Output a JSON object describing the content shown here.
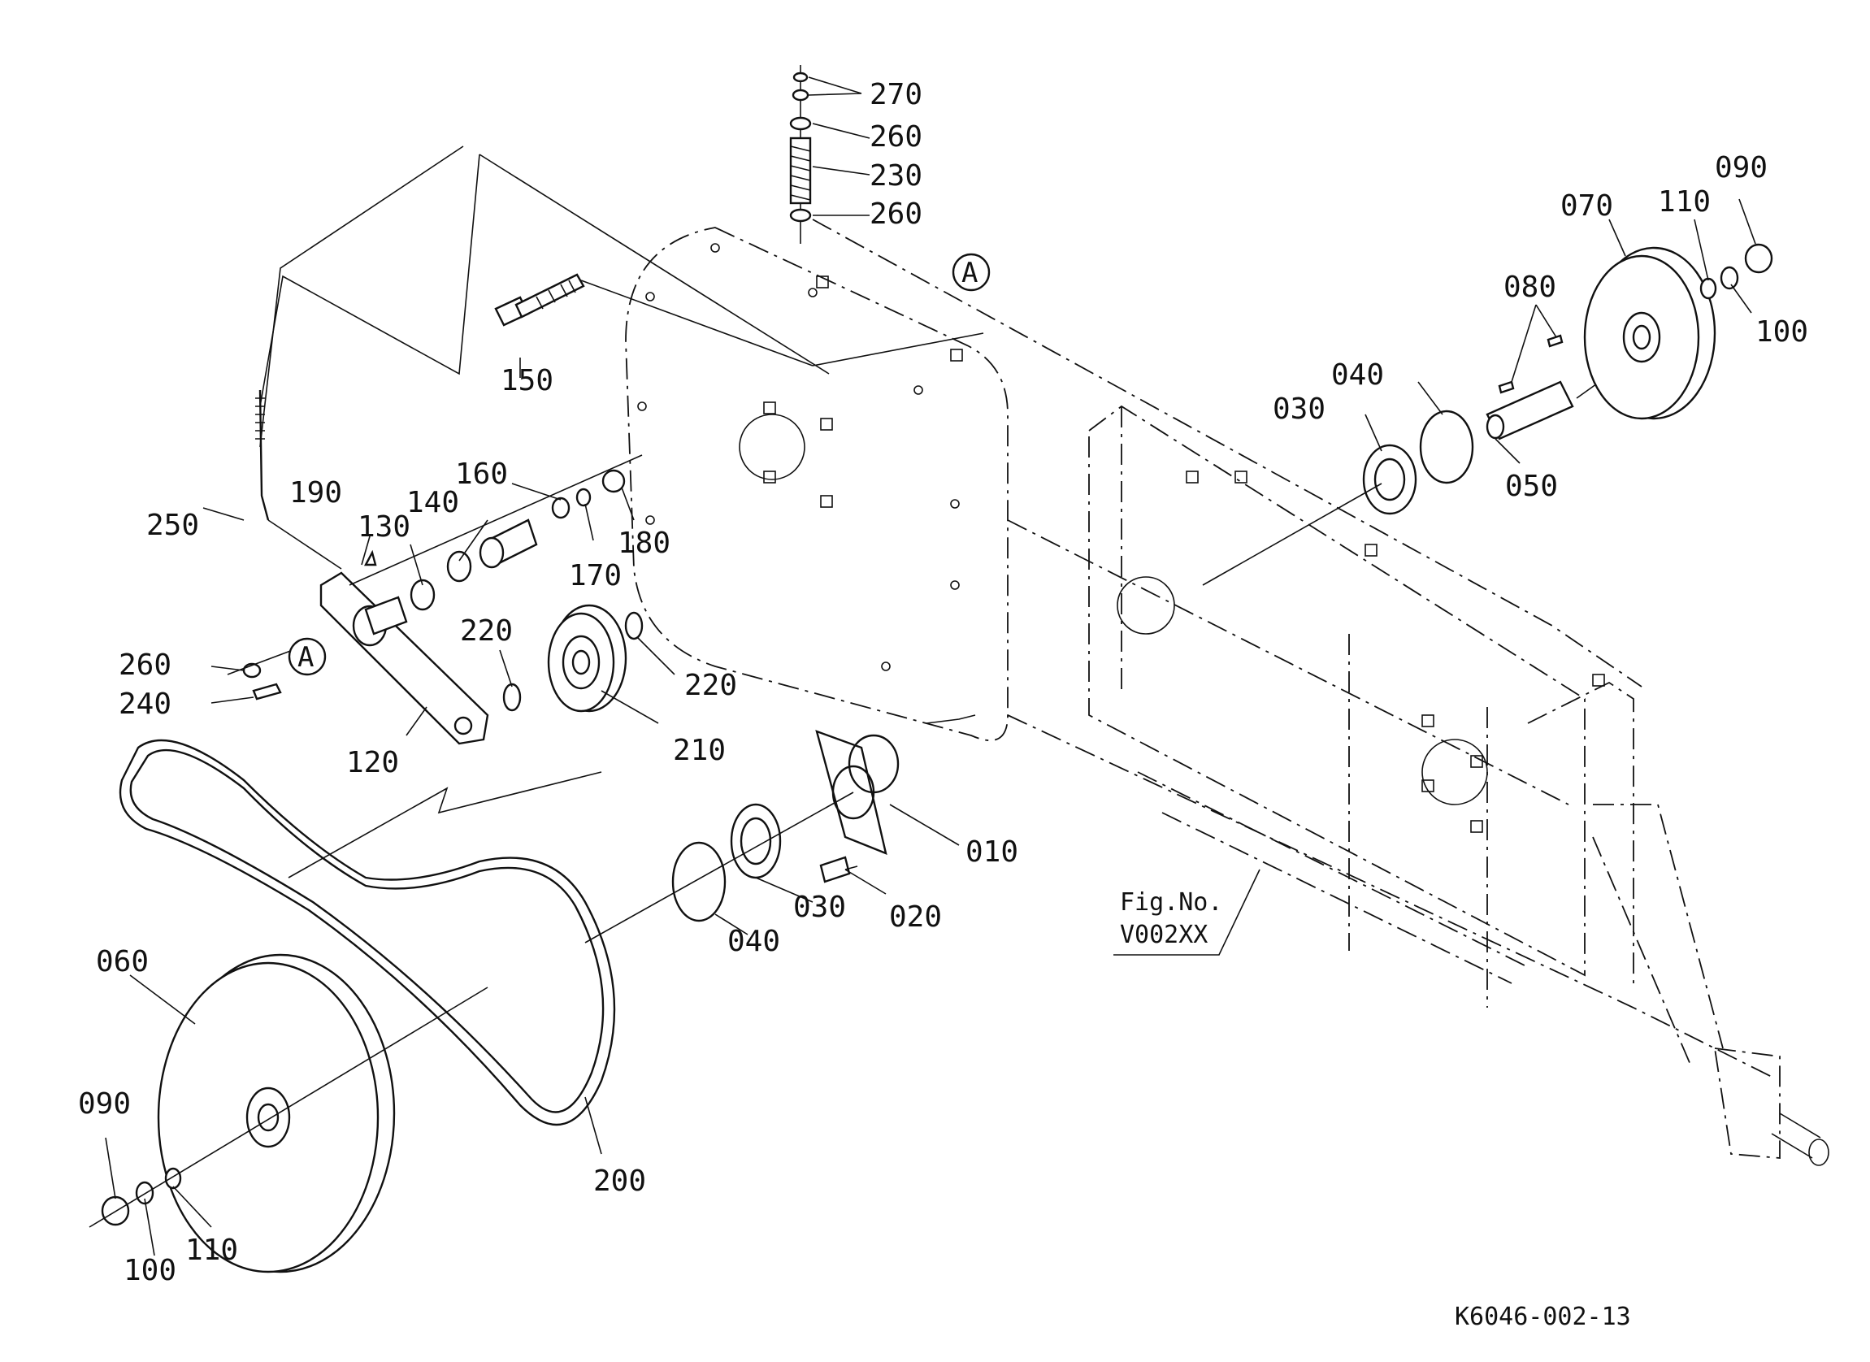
{
  "diagram": {
    "figure_code": "K6046-002-13",
    "figure_ref_line1": "Fig.No.",
    "figure_ref_line2": "V002XX",
    "detail_marker": "A",
    "callouts": [
      {
        "id": "c270",
        "label": "270"
      },
      {
        "id": "c260a",
        "label": "260"
      },
      {
        "id": "c230",
        "label": "230"
      },
      {
        "id": "c260b",
        "label": "260"
      },
      {
        "id": "c150",
        "label": "150"
      },
      {
        "id": "c250",
        "label": "250"
      },
      {
        "id": "c190",
        "label": "190"
      },
      {
        "id": "c130",
        "label": "130"
      },
      {
        "id": "c140",
        "label": "140"
      },
      {
        "id": "c160",
        "label": "160"
      },
      {
        "id": "c180",
        "label": "180"
      },
      {
        "id": "c170",
        "label": "170"
      },
      {
        "id": "c220a",
        "label": "220"
      },
      {
        "id": "c220b",
        "label": "220"
      },
      {
        "id": "c260c",
        "label": "260"
      },
      {
        "id": "c240",
        "label": "240"
      },
      {
        "id": "c120",
        "label": "120"
      },
      {
        "id": "c210",
        "label": "210"
      },
      {
        "id": "c010",
        "label": "010"
      },
      {
        "id": "c020",
        "label": "020"
      },
      {
        "id": "c030a",
        "label": "030"
      },
      {
        "id": "c040a",
        "label": "040"
      },
      {
        "id": "c030b",
        "label": "030"
      },
      {
        "id": "c040b",
        "label": "040"
      },
      {
        "id": "c050",
        "label": "050"
      },
      {
        "id": "c080",
        "label": "080"
      },
      {
        "id": "c070",
        "label": "070"
      },
      {
        "id": "c110a",
        "label": "110"
      },
      {
        "id": "c090a",
        "label": "090"
      },
      {
        "id": "c100a",
        "label": "100"
      },
      {
        "id": "c060",
        "label": "060"
      },
      {
        "id": "c090b",
        "label": "090"
      },
      {
        "id": "c100b",
        "label": "100"
      },
      {
        "id": "c110b",
        "label": "110"
      },
      {
        "id": "c200",
        "label": "200"
      }
    ]
  }
}
